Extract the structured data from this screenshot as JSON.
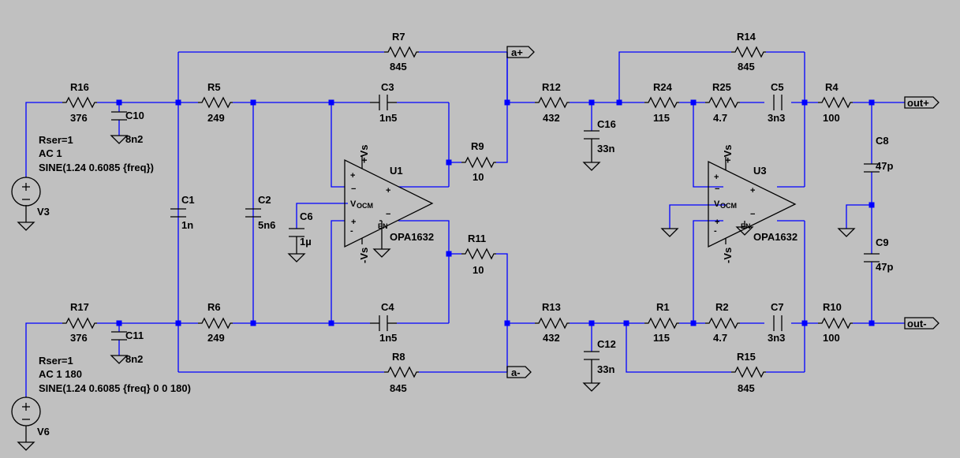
{
  "components": {
    "R7": {
      "ref": "R7",
      "value": "845"
    },
    "R16": {
      "ref": "R16",
      "value": "376"
    },
    "C10": {
      "ref": "C10",
      "value": "8n2"
    },
    "R5": {
      "ref": "R5",
      "value": "249"
    },
    "C3": {
      "ref": "C3",
      "value": "1n5"
    },
    "R9": {
      "ref": "R9",
      "value": "10"
    },
    "U1": {
      "ref": "U1",
      "value": "OPA1632"
    },
    "C1": {
      "ref": "C1",
      "value": "1n"
    },
    "C2": {
      "ref": "C2",
      "value": "5n6"
    },
    "C6": {
      "ref": "C6",
      "value": "1µ"
    },
    "R11": {
      "ref": "R11",
      "value": "10"
    },
    "R17": {
      "ref": "R17",
      "value": "376"
    },
    "C11": {
      "ref": "C11",
      "value": "8n2"
    },
    "R6": {
      "ref": "R6",
      "value": "249"
    },
    "C4": {
      "ref": "C4",
      "value": "1n5"
    },
    "R8": {
      "ref": "R8",
      "value": "845"
    },
    "R12": {
      "ref": "R12",
      "value": "432"
    },
    "C16": {
      "ref": "C16",
      "value": "33n"
    },
    "R14": {
      "ref": "R14",
      "value": "845"
    },
    "R24": {
      "ref": "R24",
      "value": "115"
    },
    "R25": {
      "ref": "R25",
      "value": "4.7"
    },
    "C5": {
      "ref": "C5",
      "value": "3n3"
    },
    "R4": {
      "ref": "R4",
      "value": "100"
    },
    "C8": {
      "ref": "C8",
      "value": "47p"
    },
    "U3": {
      "ref": "U3",
      "value": "OPA1632"
    },
    "C9": {
      "ref": "C9",
      "value": "47p"
    },
    "R13": {
      "ref": "R13",
      "value": "432"
    },
    "C12": {
      "ref": "C12",
      "value": "33n"
    },
    "R1": {
      "ref": "R1",
      "value": "115"
    },
    "R2": {
      "ref": "R2",
      "value": "4.7"
    },
    "C7": {
      "ref": "C7",
      "value": "3n3"
    },
    "R10": {
      "ref": "R10",
      "value": "100"
    },
    "R15": {
      "ref": "R15",
      "value": "845"
    }
  },
  "sources": {
    "V3": {
      "ref": "V3",
      "rser": "Rser=1",
      "ac": "AC 1",
      "sine": "SINE(1.24 0.6085 {freq})"
    },
    "V6": {
      "ref": "V6",
      "rser": "Rser=1",
      "ac": "AC 1 180",
      "sine": "SINE(1.24 0.6085 {freq} 0 0 180)"
    }
  },
  "net_labels": {
    "a_plus": "a+",
    "a_minus": "a-",
    "out_plus": "out+",
    "out_minus": "out-"
  },
  "opamp_pins": {
    "plus_vs": "+Vs",
    "minus_vs": "-Vs",
    "vocm_main": "V",
    "vocm_sub": "OCM",
    "en": "EN"
  }
}
